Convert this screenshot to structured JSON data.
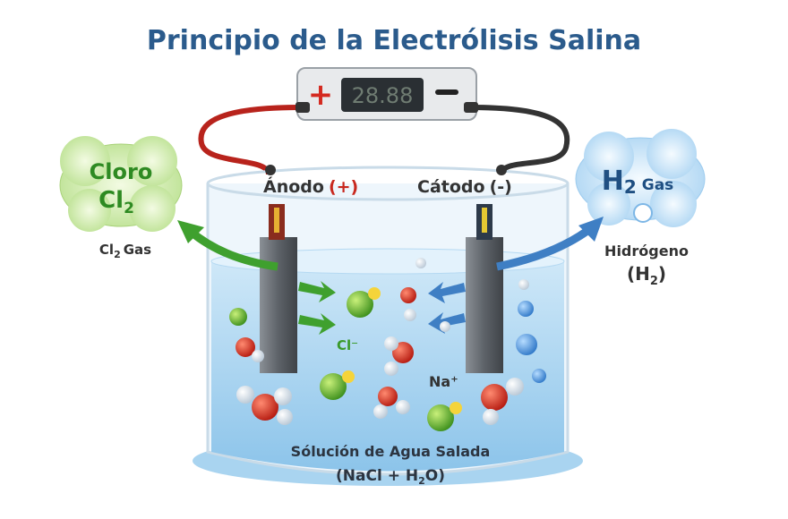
{
  "title": "Principio de la Electrólisis Salina",
  "power_supply": {
    "display": "28.88",
    "plus": "+",
    "minus": "−"
  },
  "anode": {
    "label": "Ánodo",
    "sign": "(+)"
  },
  "cathode": {
    "label": "Cátodo",
    "sign": "(-)"
  },
  "chlorine_cloud": {
    "line1": "Cloro",
    "symbol": "Cl",
    "sub": "2"
  },
  "chlorine_gas": {
    "symbol": "Cl",
    "sub": "2",
    "word": "Gas"
  },
  "hydrogen_cloud": {
    "symbol": "H",
    "sub": "2",
    "word": "Gas"
  },
  "hydrogen_label": {
    "word": "Hidrógeno",
    "open": "(H",
    "sub": "2",
    "close": ")"
  },
  "ions": {
    "chloride": "Cl⁻",
    "sodium": "Na⁺",
    "plus": "+"
  },
  "solution": {
    "line1": "Sólución de Agua Salada",
    "open": "(NaCl + H",
    "sub": "2",
    "close": "O)"
  },
  "colors": {
    "title": "#2b5b8c",
    "green": "#3a9a2a",
    "blue": "#3f7fc4",
    "red": "#d42a20"
  }
}
